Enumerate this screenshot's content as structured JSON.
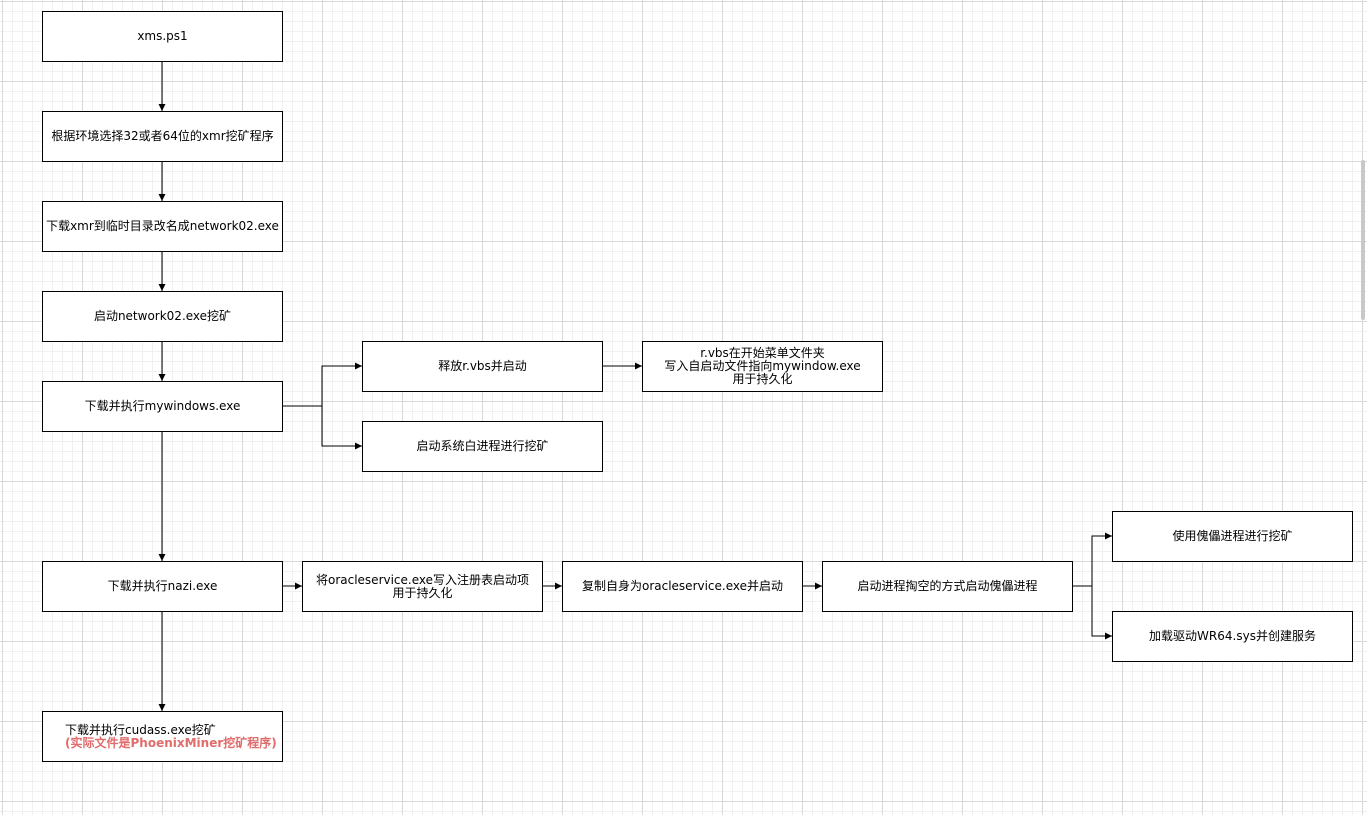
{
  "diagram": {
    "nodes": {
      "xms": "xms.ps1",
      "select_arch": "根据环境选择32或者64位的xmr挖矿程序",
      "download_xmr": "下载xmr到临时目录改名成network02.exe",
      "start_network": "启动network02.exe挖矿",
      "mywindows": "下载并执行mywindows.exe",
      "release_vbs": "释放r.vbs并启动",
      "vbs_persist": [
        "r.vbs在开始菜单文件夹",
        "写入自启动文件指向mywindow.exe",
        "用于持久化"
      ],
      "whitelist_mining": "启动系统白进程进行挖矿",
      "nazi": "下载并执行nazi.exe",
      "oracle_registry": [
        "将oracleservice.exe写入注册表启动项",
        "用于持久化"
      ],
      "copy_self": "复制自身为oracleservice.exe并启动",
      "hollowing": "启动进程掏空的方式启动傀儡进程",
      "puppet_mining": "使用傀儡进程进行挖矿",
      "driver": "加载驱动WR64.sys并创建服务",
      "cudass": "下载并执行cudass.exe挖矿",
      "cudass_note": "(实际文件是PhoenixMiner挖矿程序)"
    }
  }
}
